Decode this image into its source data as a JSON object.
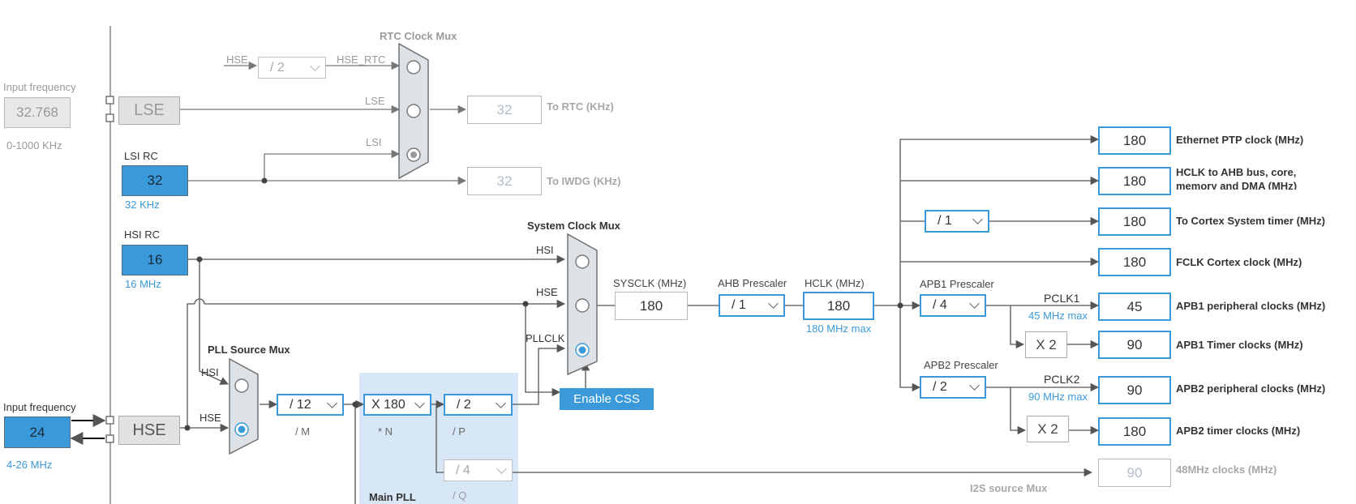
{
  "colors": {
    "accent": "#3a9ad9",
    "wire": "#555555",
    "pll_panel": "#d7e7f6"
  },
  "left_panel": {
    "lse_input": {
      "title": "Input frequency",
      "value": "32.768",
      "range": "0-1000 KHz"
    },
    "lse_label": "LSE",
    "lsi": {
      "title": "LSI RC",
      "value": "32",
      "sub": "32 KHz"
    },
    "hsi": {
      "title": "HSI RC",
      "value": "16",
      "sub": "16 MHz"
    },
    "hse_input": {
      "title": "Input frequency",
      "value": "24",
      "range": "4-26 MHz"
    },
    "hse_label": "HSE"
  },
  "rtc": {
    "mux_title": "RTC Clock Mux",
    "hse_in": "HSE",
    "div": "/ 2",
    "hse_rtc": "HSE_RTC",
    "lse_in": "LSE",
    "lsi_in": "LSI",
    "rtc_value": "32",
    "rtc_label": "To RTC (KHz)",
    "iwdg_value": "32",
    "iwdg_label": "To IWDG (KHz)"
  },
  "pll_source": {
    "title": "PLL Source Mux",
    "hsi": "HSI",
    "hse": "HSE"
  },
  "main_pll": {
    "title": "Main PLL",
    "m_value": "/ 12",
    "m_label": "/ M",
    "n_value": "X 180",
    "n_label": "* N",
    "p_value": "/ 2",
    "p_label": "/ P",
    "q_value": "/ 4",
    "q_label": "/ Q"
  },
  "sysmux": {
    "title": "System Clock Mux",
    "hsi": "HSI",
    "hse": "HSE",
    "pllclk": "PLLCLK",
    "css_button": "Enable CSS"
  },
  "sysclk": {
    "label": "SYSCLK (MHz)",
    "value": "180"
  },
  "ahb": {
    "label": "AHB Prescaler",
    "value": "/ 1"
  },
  "hclk": {
    "label": "HCLK (MHz)",
    "value": "180",
    "max": "180 MHz max"
  },
  "apb1": {
    "label": "APB1 Prescaler",
    "value": "/ 4",
    "pclk": "PCLK1",
    "max": "45 MHz max",
    "x2": "X 2"
  },
  "apb2": {
    "label": "APB2 Prescaler",
    "value": "/ 2",
    "pclk": "PCLK2",
    "max": "90 MHz max",
    "x2": "X 2"
  },
  "cortex_div": "/ 1",
  "outputs": [
    {
      "value": "180",
      "label": "Ethernet PTP clock (MHz)"
    },
    {
      "value": "180",
      "label": "HCLK to AHB bus, core, memory and DMA (MHz)"
    },
    {
      "value": "180",
      "label": "To Cortex System timer (MHz)"
    },
    {
      "value": "180",
      "label": "FCLK Cortex clock (MHz)"
    },
    {
      "value": "45",
      "label": "APB1 peripheral clocks (MHz)"
    },
    {
      "value": "90",
      "label": "APB1 Timer clocks (MHz)"
    },
    {
      "value": "90",
      "label": "APB2 peripheral clocks (MHz)"
    },
    {
      "value": "180",
      "label": "APB2 timer clocks (MHz)"
    },
    {
      "value": "90",
      "label": "48MHz clocks (MHz)"
    }
  ],
  "i2s_mux": {
    "title": "I2S source Mux"
  }
}
